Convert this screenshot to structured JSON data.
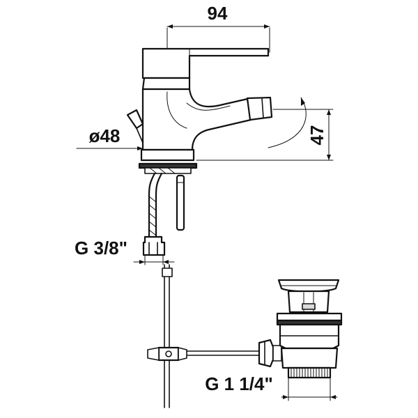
{
  "drawing": {
    "dimensions": {
      "width_94": "94",
      "height_47": "47",
      "diameter_48": "ø48",
      "hose_thread": "G 3/8\"",
      "waste_thread": "G 1 1/4\""
    }
  }
}
